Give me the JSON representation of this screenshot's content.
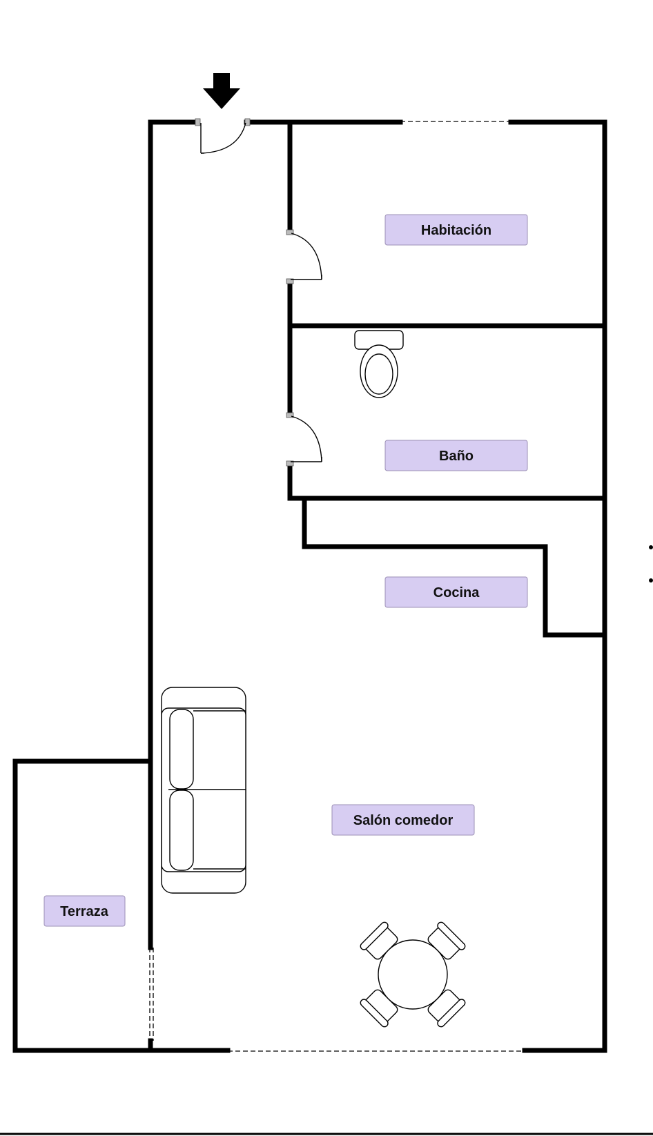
{
  "rooms": {
    "habitacion": "Habitación",
    "bano": "Baño",
    "cocina": "Cocina",
    "salon": "Salón comedor",
    "terraza": "Terraza"
  },
  "icons": {
    "entrance": "entrance-arrow-icon",
    "toilet": "toilet-icon",
    "sofa": "sofa-icon",
    "dining_table": "dining-table-icon"
  },
  "colors": {
    "label_fill": "#d7cdf2",
    "wall": "#000000",
    "background": "#ffffff"
  }
}
